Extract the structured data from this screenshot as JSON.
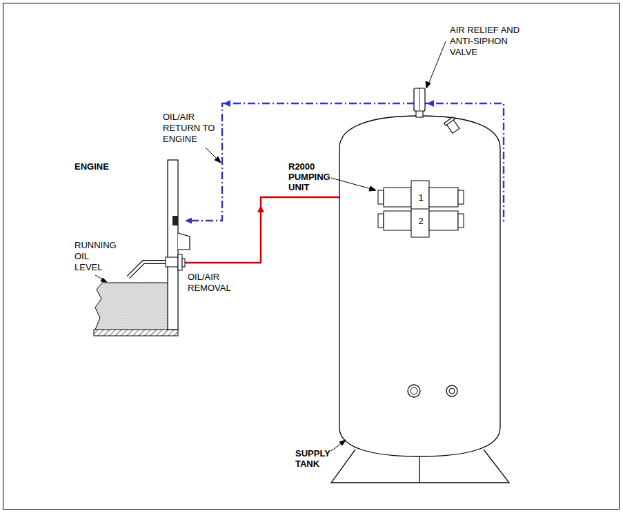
{
  "diagram": {
    "nodes": [
      {
        "text": [
          "ENGINE"
        ]
      },
      {
        "text": [
          "SUPPLY TANK"
        ]
      },
      {
        "text": [
          "1"
        ],
        "in": 1
      },
      {
        "text": [
          "2"
        ],
        "in": 1
      }
    ],
    "edges": [
      {
        "from": 0,
        "to": 2,
        "arrow": "to"
      },
      {
        "from": 2,
        "to": 1,
        "arrow": "to"
      },
      {
        "from": 1,
        "to": 3,
        "arrow": "to"
      },
      {
        "from": 3,
        "to": 0,
        "arrow": "to"
      }
    ],
    "labels": [
      "AIR RELIEF AND ANTI-SIPHON VALVE",
      "OIL/AIR RETURN TO ENGINE",
      "R2000 PUMPING UNIT",
      "RUNNING OIL LEVEL",
      "OIL/AIR REMOVAL"
    ]
  }
}
